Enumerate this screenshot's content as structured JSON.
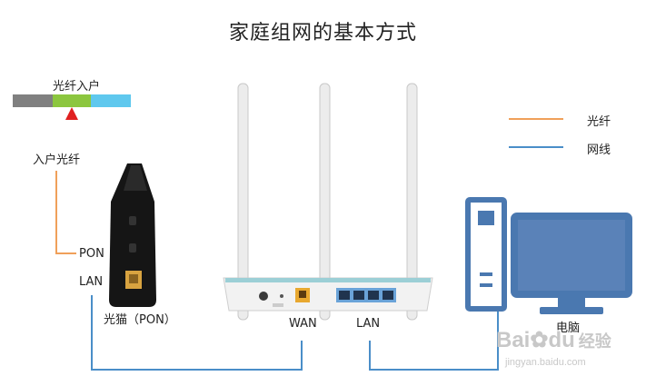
{
  "title": "家庭组网的基本方式",
  "labels": {
    "fiber_entry": "光纤入户",
    "entry_fiber": "入户光纤",
    "pon": "PON",
    "lan_left": "LAN",
    "modem": "光猫（PON）",
    "wan": "WAN",
    "lan_router": "LAN",
    "computer": "电脑"
  },
  "legend": [
    {
      "label": "光纤",
      "color": "#f0a05a"
    },
    {
      "label": "网线",
      "color": "#4a8ec8"
    }
  ],
  "colors": {
    "fiber": "#f0a05a",
    "cable": "#4a8ec8",
    "bar_gray": "#808080",
    "bar_green": "#8cc63f",
    "bar_blue": "#5fc8ee",
    "marker_red": "#e02020",
    "computer_outline": "#4a78b0",
    "computer_screen": "#5a82b8"
  },
  "watermark": {
    "brand": "Bai",
    "brand_end": "du",
    "brand_suffix": "经验",
    "url": "jingyan.baidu.com"
  }
}
